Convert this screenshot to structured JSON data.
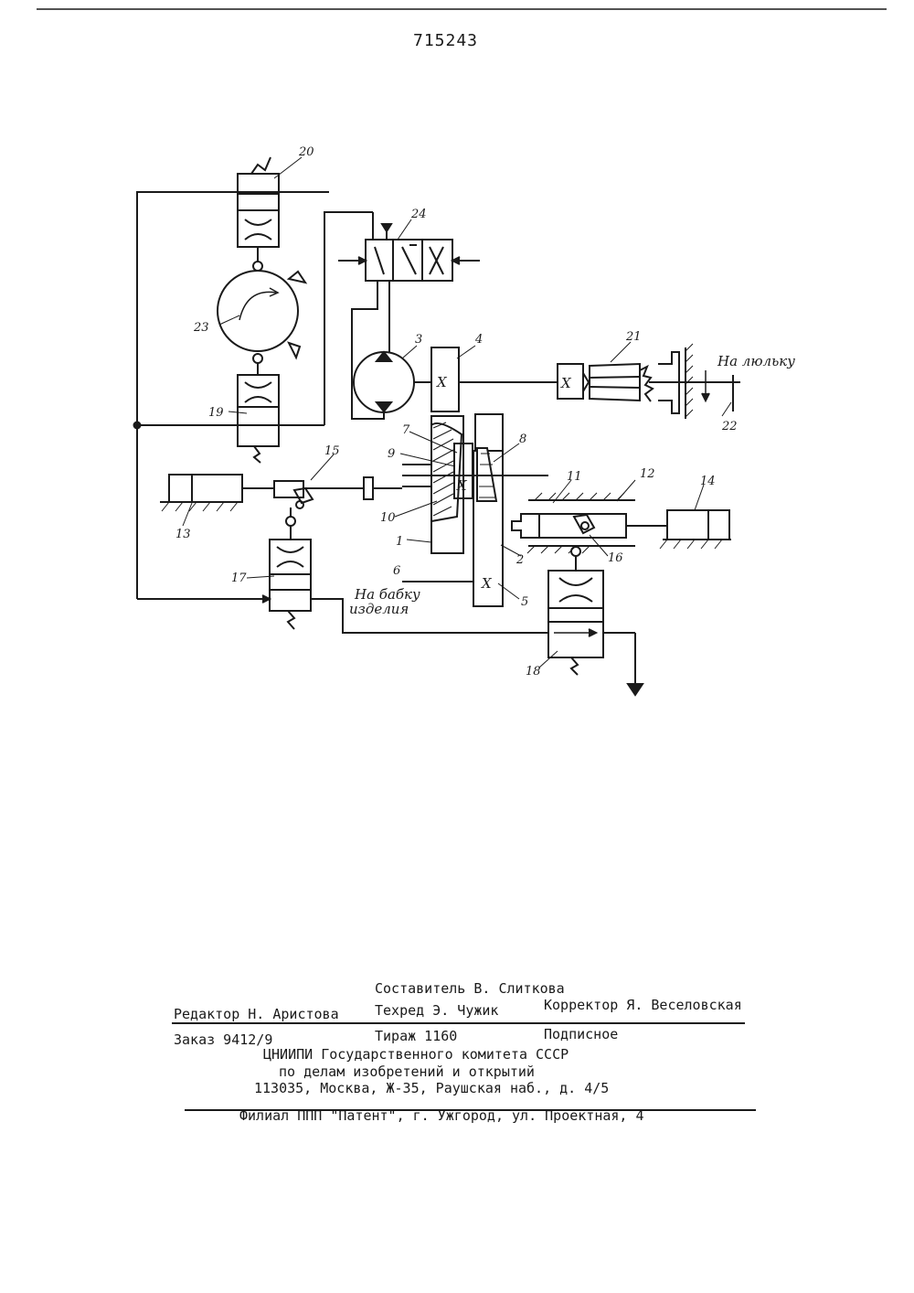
{
  "header": {
    "patent_number": "715243"
  },
  "diagram": {
    "labels": {
      "n1": "1",
      "n2": "2",
      "n3": "3",
      "n4": "4",
      "n5": "5",
      "n6": "6",
      "n7": "7",
      "n8": "8",
      "n9": "9",
      "n10": "10",
      "n11": "11",
      "n12": "12",
      "n13": "13",
      "n14": "14",
      "n15": "15",
      "n16": "16",
      "n17": "17",
      "n18": "18",
      "n19": "19",
      "n20": "20",
      "n21": "21",
      "n22": "22",
      "n23": "23",
      "n24": "24"
    },
    "captions": {
      "to_cradle": "На люльку",
      "to_headstock_1": "На бабку",
      "to_headstock_2": "изделия"
    },
    "gear_mark": "X"
  },
  "imprint": {
    "compiler": "Составитель В. Слиткова",
    "editor": "Редактор Н. Аристова",
    "techred": "Техред Э. Чужик",
    "corrector": "Корректор Я. Веселовская",
    "order": "Заказ 9412/9",
    "circulation": "Тираж 1160",
    "subscription": "Подписное",
    "institute": "ЦНИИПИ Государственного комитета СССР",
    "institute_sub": "по делам изобретений и открытий",
    "address": "113035, Москва, Ж-35, Раушская наб., д. 4/5",
    "branch": "Филиал ППП \"Патент\", г. Ужгород, ул. Проектная, 4"
  }
}
